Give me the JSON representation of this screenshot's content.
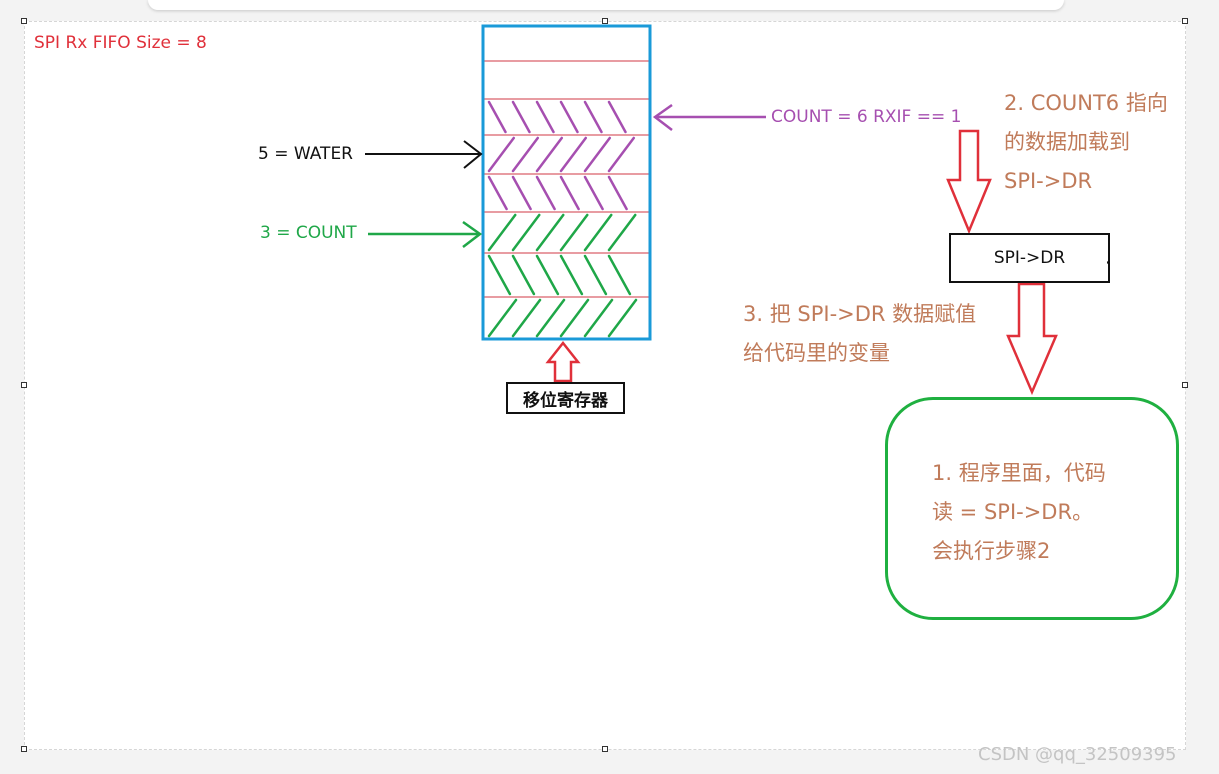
{
  "fifo_title": "SPI Rx FIFO Size = 8",
  "water_label": "5 =  WATER",
  "count3_label": "3 = COUNT",
  "count6_label": "COUNT = 6   RXIF == 1",
  "step2_text": "2. COUNT6 指向的数据加载到　SPI->DR",
  "step3_text": "3. 把 SPI->DR 数据赋值给代码里的变量",
  "step1_lines": [
    "1. 程序里面，代码",
    "读 = SPI->DR。",
    "会执行步骤2"
  ],
  "spi_dr_box": "SPI->DR",
  "shift_register_box": "移位寄存器",
  "watermark": "CSDN @qq_32509395",
  "colors": {
    "fifo_border": "#1a9ad8",
    "slot_line": "#d23a45",
    "purple": "#a64fb0",
    "green": "#1fa748",
    "red_arrow": "#e0303a",
    "brown_text": "#c07b5a"
  },
  "fifo": {
    "slots": 8,
    "filled_slots": [
      {
        "slot": 3,
        "color": "purple",
        "hatch": "backslash"
      },
      {
        "slot": 4,
        "color": "purple",
        "hatch": "slash"
      },
      {
        "slot": 5,
        "color": "purple",
        "hatch": "backslash"
      },
      {
        "slot": 6,
        "color": "green",
        "hatch": "slash"
      },
      {
        "slot": 7,
        "color": "green",
        "hatch": "backslash"
      },
      {
        "slot": 8,
        "color": "green",
        "hatch": "slash"
      }
    ]
  }
}
